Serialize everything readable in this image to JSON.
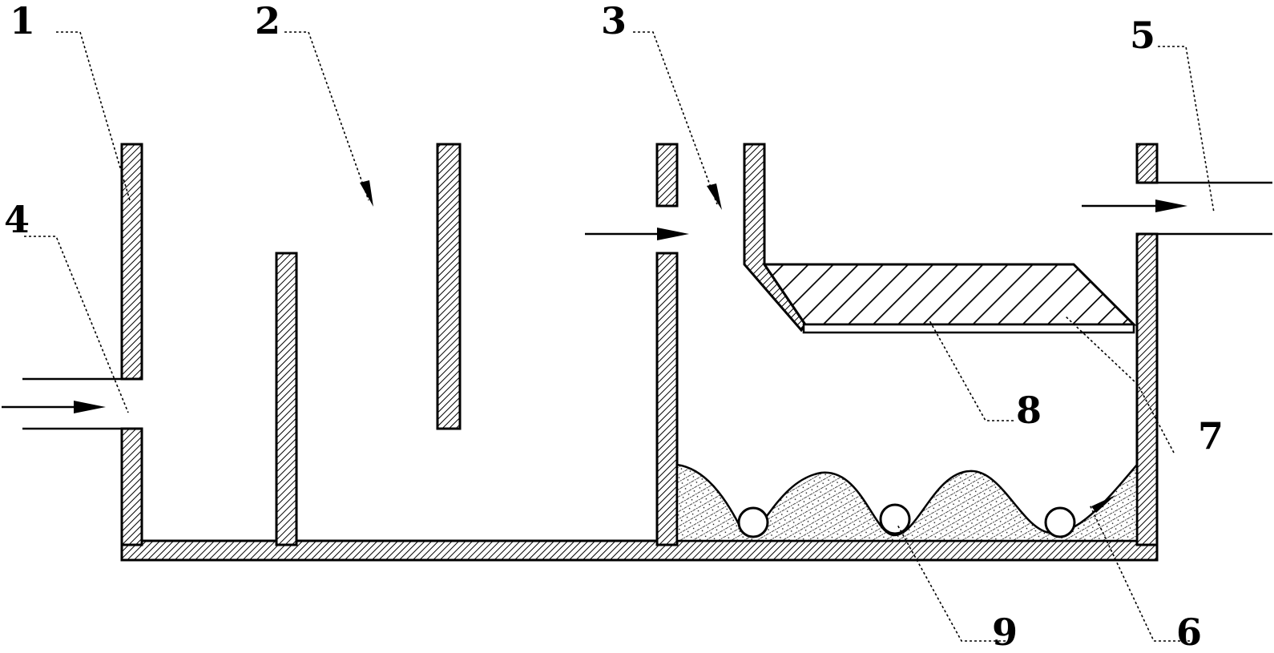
{
  "figure": {
    "parts": [
      {
        "id": "1",
        "label": "1"
      },
      {
        "id": "2",
        "label": "2"
      },
      {
        "id": "3",
        "label": "3"
      },
      {
        "id": "4",
        "label": "4"
      },
      {
        "id": "5",
        "label": "5"
      },
      {
        "id": "6",
        "label": "6"
      },
      {
        "id": "7",
        "label": "7"
      },
      {
        "id": "8",
        "label": "8"
      },
      {
        "id": "9",
        "label": "9"
      }
    ]
  }
}
